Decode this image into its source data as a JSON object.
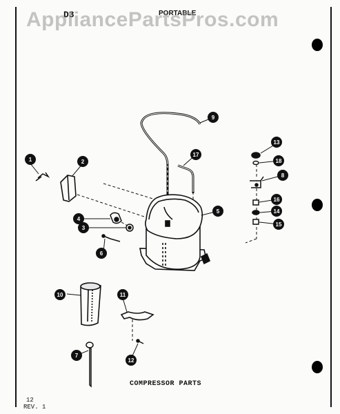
{
  "watermark": "AppliancePartsPros.com",
  "header": {
    "section": "D3",
    "title": "PORTABLE"
  },
  "caption": "COMPRESSOR PARTS",
  "footer": {
    "page": "12",
    "revision": "REV. 1"
  },
  "callouts": [
    "1",
    "2",
    "3",
    "4",
    "5",
    "6",
    "7",
    "8",
    "9",
    "10",
    "11",
    "12",
    "13",
    "14",
    "15",
    "16",
    "17",
    "18"
  ]
}
